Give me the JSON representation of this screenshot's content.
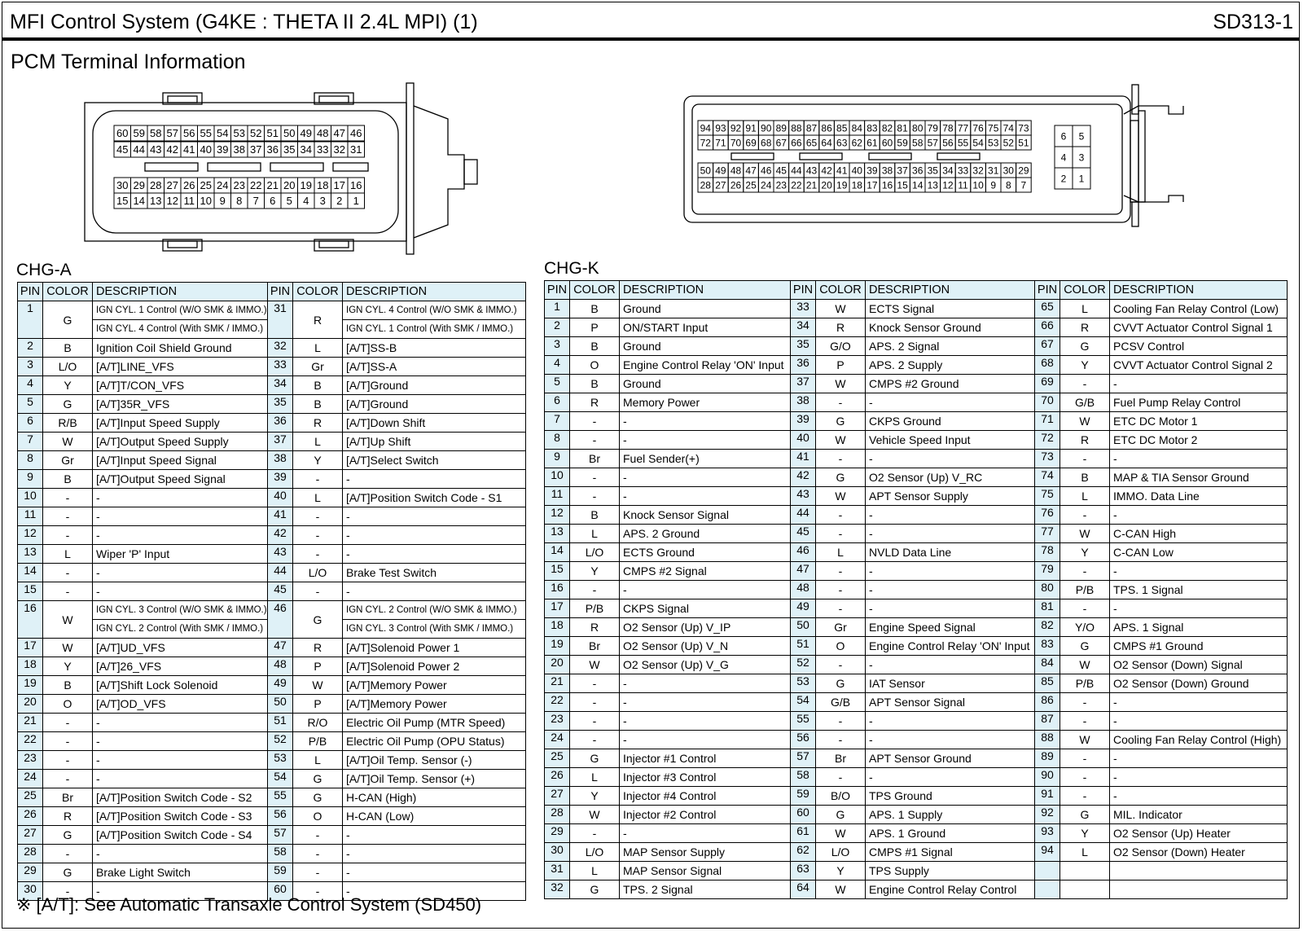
{
  "header": {
    "title": "MFI Control System (G4KE : THETA II 2.4L MPI) (1)",
    "code": "SD313-1"
  },
  "subtitle": "PCM Terminal Information",
  "note": "※ [A/T]: See Automatic Transaxle Control System (SD450)",
  "connector_a": {
    "row1": [
      "60",
      "59",
      "58",
      "57",
      "56",
      "55",
      "54",
      "53",
      "52",
      "51",
      "50",
      "49",
      "48",
      "47",
      "46"
    ],
    "row2": [
      "45",
      "44",
      "43",
      "42",
      "41",
      "40",
      "39",
      "38",
      "37",
      "36",
      "35",
      "34",
      "33",
      "32",
      "31"
    ],
    "row3": [
      "30",
      "29",
      "28",
      "27",
      "26",
      "25",
      "24",
      "23",
      "22",
      "21",
      "20",
      "19",
      "18",
      "17",
      "16"
    ],
    "row4": [
      "15",
      "14",
      "13",
      "12",
      "11",
      "10",
      "9",
      "8",
      "7",
      "6",
      "5",
      "4",
      "3",
      "2",
      "1"
    ]
  },
  "connector_k": {
    "row1": [
      "94",
      "93",
      "92",
      "91",
      "90",
      "89",
      "88",
      "87",
      "86",
      "85",
      "84",
      "83",
      "82",
      "81",
      "80",
      "79",
      "78",
      "77",
      "76",
      "75",
      "74",
      "73"
    ],
    "row2": [
      "72",
      "71",
      "70",
      "69",
      "68",
      "67",
      "66",
      "65",
      "64",
      "63",
      "62",
      "61",
      "60",
      "59",
      "58",
      "57",
      "56",
      "55",
      "54",
      "53",
      "52",
      "51"
    ],
    "row3": [
      "50",
      "49",
      "48",
      "47",
      "46",
      "45",
      "44",
      "43",
      "42",
      "41",
      "40",
      "39",
      "38",
      "37",
      "36",
      "35",
      "34",
      "33",
      "32",
      "31",
      "30",
      "29"
    ],
    "row4": [
      "28",
      "27",
      "26",
      "25",
      "24",
      "23",
      "22",
      "21",
      "20",
      "19",
      "18",
      "17",
      "16",
      "15",
      "14",
      "13",
      "12",
      "11",
      "10",
      "9",
      "8",
      "7"
    ],
    "side": [
      "6",
      "5",
      "4",
      "3",
      "2",
      "1"
    ]
  },
  "chg_a": {
    "label": "CHG-A",
    "headers": [
      "PIN",
      "COLOR",
      "DESCRIPTION",
      "PIN",
      "COLOR",
      "DESCRIPTION"
    ],
    "rows": [
      [
        "1",
        "G",
        "IGN CYL. 1 Control (W/O SMK & IMMO.)",
        "31",
        "R",
        "IGN CYL. 4 Control (W/O SMK & IMMO.)"
      ],
      [
        "",
        "",
        "IGN CYL. 4 Control (With SMK / IMMO.)",
        "",
        "",
        "IGN CYL. 1 Control (With SMK / IMMO.)"
      ],
      [
        "2",
        "B",
        "Ignition Coil Shield Ground",
        "32",
        "L",
        "[A/T]SS-B"
      ],
      [
        "3",
        "L/O",
        "[A/T]LINE_VFS",
        "33",
        "Gr",
        "[A/T]SS-A"
      ],
      [
        "4",
        "Y",
        "[A/T]T/CON_VFS",
        "34",
        "B",
        "[A/T]Ground"
      ],
      [
        "5",
        "G",
        "[A/T]35R_VFS",
        "35",
        "B",
        "[A/T]Ground"
      ],
      [
        "6",
        "R/B",
        "[A/T]Input Speed Supply",
        "36",
        "R",
        "[A/T]Down Shift"
      ],
      [
        "7",
        "W",
        "[A/T]Output Speed Supply",
        "37",
        "L",
        "[A/T]Up Shift"
      ],
      [
        "8",
        "Gr",
        "[A/T]Input Speed Signal",
        "38",
        "Y",
        "[A/T]Select Switch"
      ],
      [
        "9",
        "B",
        "[A/T]Output Speed Signal",
        "39",
        "-",
        "-"
      ],
      [
        "10",
        "-",
        "-",
        "40",
        "L",
        "[A/T]Position Switch Code - S1"
      ],
      [
        "11",
        "-",
        "-",
        "41",
        "-",
        "-"
      ],
      [
        "12",
        "-",
        "-",
        "42",
        "-",
        "-"
      ],
      [
        "13",
        "L",
        "Wiper 'P' Input",
        "43",
        "-",
        "-"
      ],
      [
        "14",
        "-",
        "-",
        "44",
        "L/O",
        "Brake Test Switch"
      ],
      [
        "15",
        "-",
        "-",
        "45",
        "-",
        "-"
      ],
      [
        "16",
        "W",
        "IGN CYL. 3 Control (W/O SMK & IMMO.)",
        "46",
        "G",
        "IGN CYL. 2 Control (W/O SMK & IMMO.)"
      ],
      [
        "",
        "",
        "IGN CYL. 2 Control (With SMK / IMMO.)",
        "",
        "",
        "IGN CYL. 3 Control (With SMK / IMMO.)"
      ],
      [
        "17",
        "W",
        "[A/T]UD_VFS",
        "47",
        "R",
        "[A/T]Solenoid Power 1"
      ],
      [
        "18",
        "Y",
        "[A/T]26_VFS",
        "48",
        "P",
        "[A/T]Solenoid Power 2"
      ],
      [
        "19",
        "B",
        "[A/T]Shift Lock Solenoid",
        "49",
        "W",
        "[A/T]Memory Power"
      ],
      [
        "20",
        "O",
        "[A/T]OD_VFS",
        "50",
        "P",
        "[A/T]Memory Power"
      ],
      [
        "21",
        "-",
        "-",
        "51",
        "R/O",
        "Electric Oil Pump (MTR Speed)"
      ],
      [
        "22",
        "-",
        "-",
        "52",
        "P/B",
        "Electric Oil Pump (OPU Status)"
      ],
      [
        "23",
        "-",
        "-",
        "53",
        "L",
        "[A/T]Oil Temp. Sensor (-)"
      ],
      [
        "24",
        "-",
        "-",
        "54",
        "G",
        "[A/T]Oil Temp. Sensor (+)"
      ],
      [
        "25",
        "Br",
        "[A/T]Position Switch Code - S2",
        "55",
        "G",
        "H-CAN (High)"
      ],
      [
        "26",
        "R",
        "[A/T]Position Switch Code - S3",
        "56",
        "O",
        "H-CAN (Low)"
      ],
      [
        "27",
        "G",
        "[A/T]Position Switch Code - S4",
        "57",
        "-",
        "-"
      ],
      [
        "28",
        "-",
        "-",
        "58",
        "-",
        "-"
      ],
      [
        "29",
        "G",
        "Brake Light Switch",
        "59",
        "-",
        "-"
      ],
      [
        "30",
        "-",
        "-",
        "60",
        "-",
        "-"
      ]
    ]
  },
  "chg_k": {
    "label": "CHG-K",
    "headers": [
      "PIN",
      "COLOR",
      "DESCRIPTION",
      "PIN",
      "COLOR",
      "DESCRIPTION",
      "PIN",
      "COLOR",
      "DESCRIPTION"
    ],
    "rows": [
      [
        "1",
        "B",
        "Ground",
        "33",
        "W",
        "ECTS Signal",
        "65",
        "L",
        "Cooling Fan Relay Control (Low)"
      ],
      [
        "2",
        "P",
        "ON/START Input",
        "34",
        "R",
        "Knock Sensor Ground",
        "66",
        "R",
        "CVVT Actuator Control Signal 1"
      ],
      [
        "3",
        "B",
        "Ground",
        "35",
        "G/O",
        "APS. 2 Signal",
        "67",
        "G",
        "PCSV Control"
      ],
      [
        "4",
        "O",
        "Engine Control Relay 'ON' Input",
        "36",
        "P",
        "APS. 2 Supply",
        "68",
        "Y",
        "CVVT Actuator Control Signal 2"
      ],
      [
        "5",
        "B",
        "Ground",
        "37",
        "W",
        "CMPS #2 Ground",
        "69",
        "-",
        "-"
      ],
      [
        "6",
        "R",
        "Memory Power",
        "38",
        "-",
        "-",
        "70",
        "G/B",
        "Fuel Pump Relay Control"
      ],
      [
        "7",
        "-",
        "-",
        "39",
        "G",
        "CKPS Ground",
        "71",
        "W",
        "ETC DC Motor 1"
      ],
      [
        "8",
        "-",
        "-",
        "40",
        "W",
        "Vehicle Speed Input",
        "72",
        "R",
        "ETC DC Motor 2"
      ],
      [
        "9",
        "Br",
        "Fuel Sender(+)",
        "41",
        "-",
        "-",
        "73",
        "-",
        "-"
      ],
      [
        "10",
        "-",
        "-",
        "42",
        "G",
        "O2 Sensor (Up)  V_RC",
        "74",
        "B",
        "MAP & TIA Sensor Ground"
      ],
      [
        "11",
        "-",
        "-",
        "43",
        "W",
        "APT Sensor Supply",
        "75",
        "L",
        "IMMO. Data Line"
      ],
      [
        "12",
        "B",
        "Knock Sensor Signal",
        "44",
        "-",
        "-",
        "76",
        "-",
        "-"
      ],
      [
        "13",
        "L",
        "APS. 2 Ground",
        "45",
        "-",
        "-",
        "77",
        "W",
        "C-CAN High"
      ],
      [
        "14",
        "L/O",
        "ECTS Ground",
        "46",
        "L",
        "NVLD Data Line",
        "78",
        "Y",
        "C-CAN Low"
      ],
      [
        "15",
        "Y",
        "CMPS #2 Signal",
        "47",
        "-",
        "-",
        "79",
        "-",
        "-"
      ],
      [
        "16",
        "-",
        "-",
        "48",
        "-",
        "-",
        "80",
        "P/B",
        "TPS. 1 Signal"
      ],
      [
        "17",
        "P/B",
        "CKPS Signal",
        "49",
        "-",
        "-",
        "81",
        "-",
        "-"
      ],
      [
        "18",
        "R",
        "O2 Sensor (Up)  V_IP",
        "50",
        "Gr",
        "Engine Speed Signal",
        "82",
        "Y/O",
        "APS. 1 Signal"
      ],
      [
        "19",
        "Br",
        "O2 Sensor (Up)  V_N",
        "51",
        "O",
        "Engine Control Relay 'ON' Input",
        "83",
        "G",
        "CMPS #1 Ground"
      ],
      [
        "20",
        "W",
        "O2 Sensor (Up)  V_G",
        "52",
        "-",
        "-",
        "84",
        "W",
        "O2 Sensor (Down) Signal"
      ],
      [
        "21",
        "-",
        "-",
        "53",
        "G",
        "IAT Sensor",
        "85",
        "P/B",
        "O2 Sensor (Down) Ground"
      ],
      [
        "22",
        "-",
        "-",
        "54",
        "G/B",
        "APT Sensor Signal",
        "86",
        "-",
        "-"
      ],
      [
        "23",
        "-",
        "-",
        "55",
        "-",
        "-",
        "87",
        "-",
        "-"
      ],
      [
        "24",
        "-",
        "-",
        "56",
        "-",
        "-",
        "88",
        "W",
        "Cooling Fan Relay Control (High)"
      ],
      [
        "25",
        "G",
        "Injector #1 Control",
        "57",
        "Br",
        "APT Sensor Ground",
        "89",
        "-",
        "-"
      ],
      [
        "26",
        "L",
        "Injector #3 Control",
        "58",
        "-",
        "-",
        "90",
        "-",
        "-"
      ],
      [
        "27",
        "Y",
        "Injector #4 Control",
        "59",
        "B/O",
        "TPS Ground",
        "91",
        "-",
        "-"
      ],
      [
        "28",
        "W",
        "Injector #2 Control",
        "60",
        "G",
        "APS. 1 Supply",
        "92",
        "G",
        "MIL. Indicator"
      ],
      [
        "29",
        "-",
        "-",
        "61",
        "W",
        "APS. 1 Ground",
        "93",
        "Y",
        "O2 Sensor (Up) Heater"
      ],
      [
        "30",
        "L/O",
        "MAP Sensor Supply",
        "62",
        "L/O",
        "CMPS #1 Signal",
        "94",
        "L",
        "O2 Sensor (Down) Heater"
      ],
      [
        "31",
        "L",
        "MAP Sensor Signal",
        "63",
        "Y",
        "TPS Supply",
        "",
        "",
        ""
      ],
      [
        "32",
        "G",
        "TPS. 2 Signal",
        "64",
        "W",
        "Engine Control Relay Control",
        "",
        "",
        ""
      ]
    ]
  }
}
